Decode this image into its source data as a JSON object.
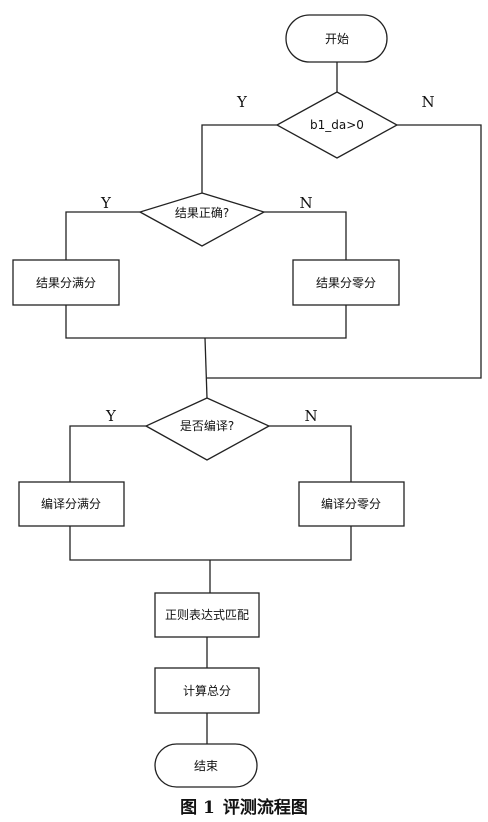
{
  "diagram": {
    "start": "开始",
    "decision_b1": "b1_da>0",
    "decision_b1_yes": "Y",
    "decision_b1_no": "N",
    "decision_result": "结果正确?",
    "decision_result_yes": "Y",
    "decision_result_no": "N",
    "result_full": "结果分满分",
    "result_zero": "结果分零分",
    "decision_compile": "是否编译?",
    "decision_compile_yes": "Y",
    "decision_compile_no": "N",
    "compile_full": "编译分满分",
    "compile_zero": "编译分零分",
    "regex_match": "正则表达式匹配",
    "total_score": "计算总分",
    "end": "结束"
  },
  "caption": {
    "fig_num": "图 1",
    "title": "评测流程图"
  }
}
